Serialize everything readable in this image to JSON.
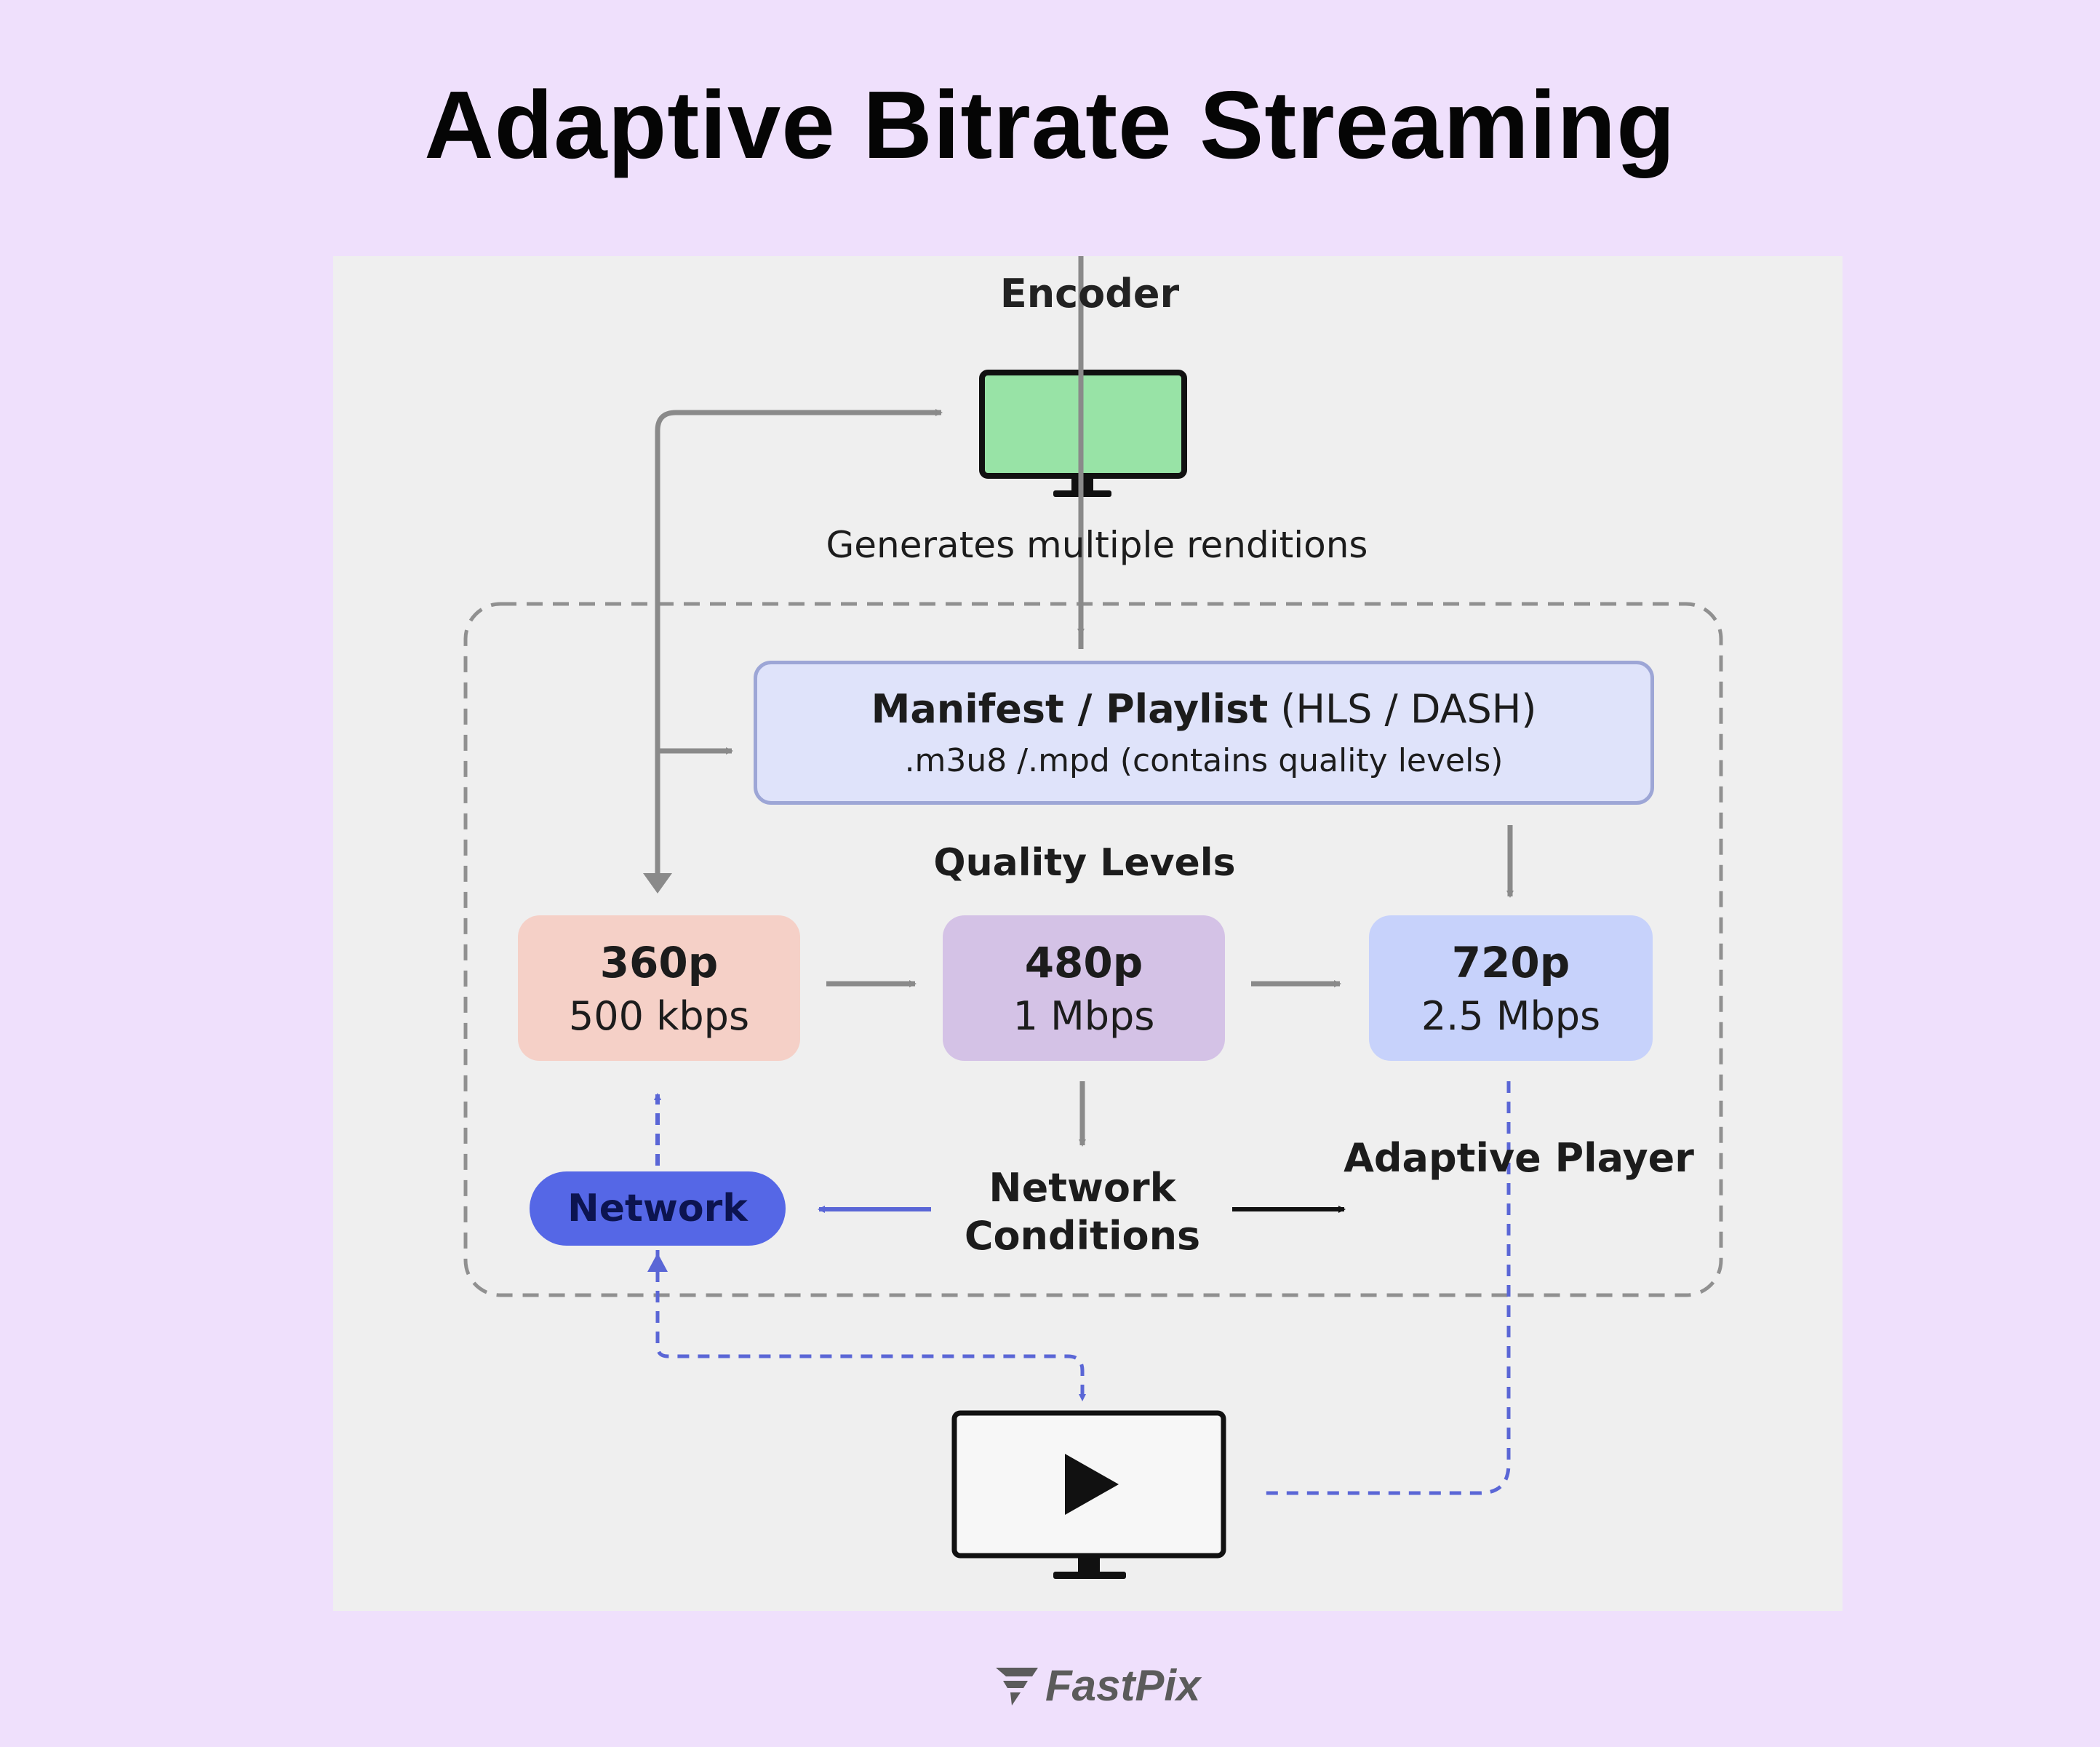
{
  "title": "Adaptive Bitrate Streaming",
  "diagram": {
    "encoder_label": "Encoder",
    "generates_label": "Generates multiple renditions",
    "manifest": {
      "title_bold": "Manifest / Playlist",
      "title_regular": "(HLS / DASH)",
      "subtitle": ".m3u8 /.mpd (contains quality levels)"
    },
    "quality_levels_label": "Quality Levels",
    "levels": [
      {
        "resolution": "360p",
        "bitrate": "500 kbps",
        "color": "#f5d0c7"
      },
      {
        "resolution": "480p",
        "bitrate": "1 Mbps",
        "color": "#d4c2e6"
      },
      {
        "resolution": "720p",
        "bitrate": "2.5 Mbps",
        "color": "#c7d2fb"
      }
    ],
    "network_label": "Network",
    "network_conditions_line1": "Network",
    "network_conditions_line2": "Conditions",
    "adaptive_player_label": "Adaptive Player",
    "colors": {
      "encoder_screen": "#98e3a6",
      "manifest_fill": "#dfe3fa",
      "network_fill": "#5567e6",
      "dashed_blue": "#5a66d6",
      "gray_arrow": "#8a8a8a"
    },
    "icons": [
      "monitor-icon",
      "play-icon"
    ]
  },
  "brand": {
    "name": "FastPix"
  }
}
